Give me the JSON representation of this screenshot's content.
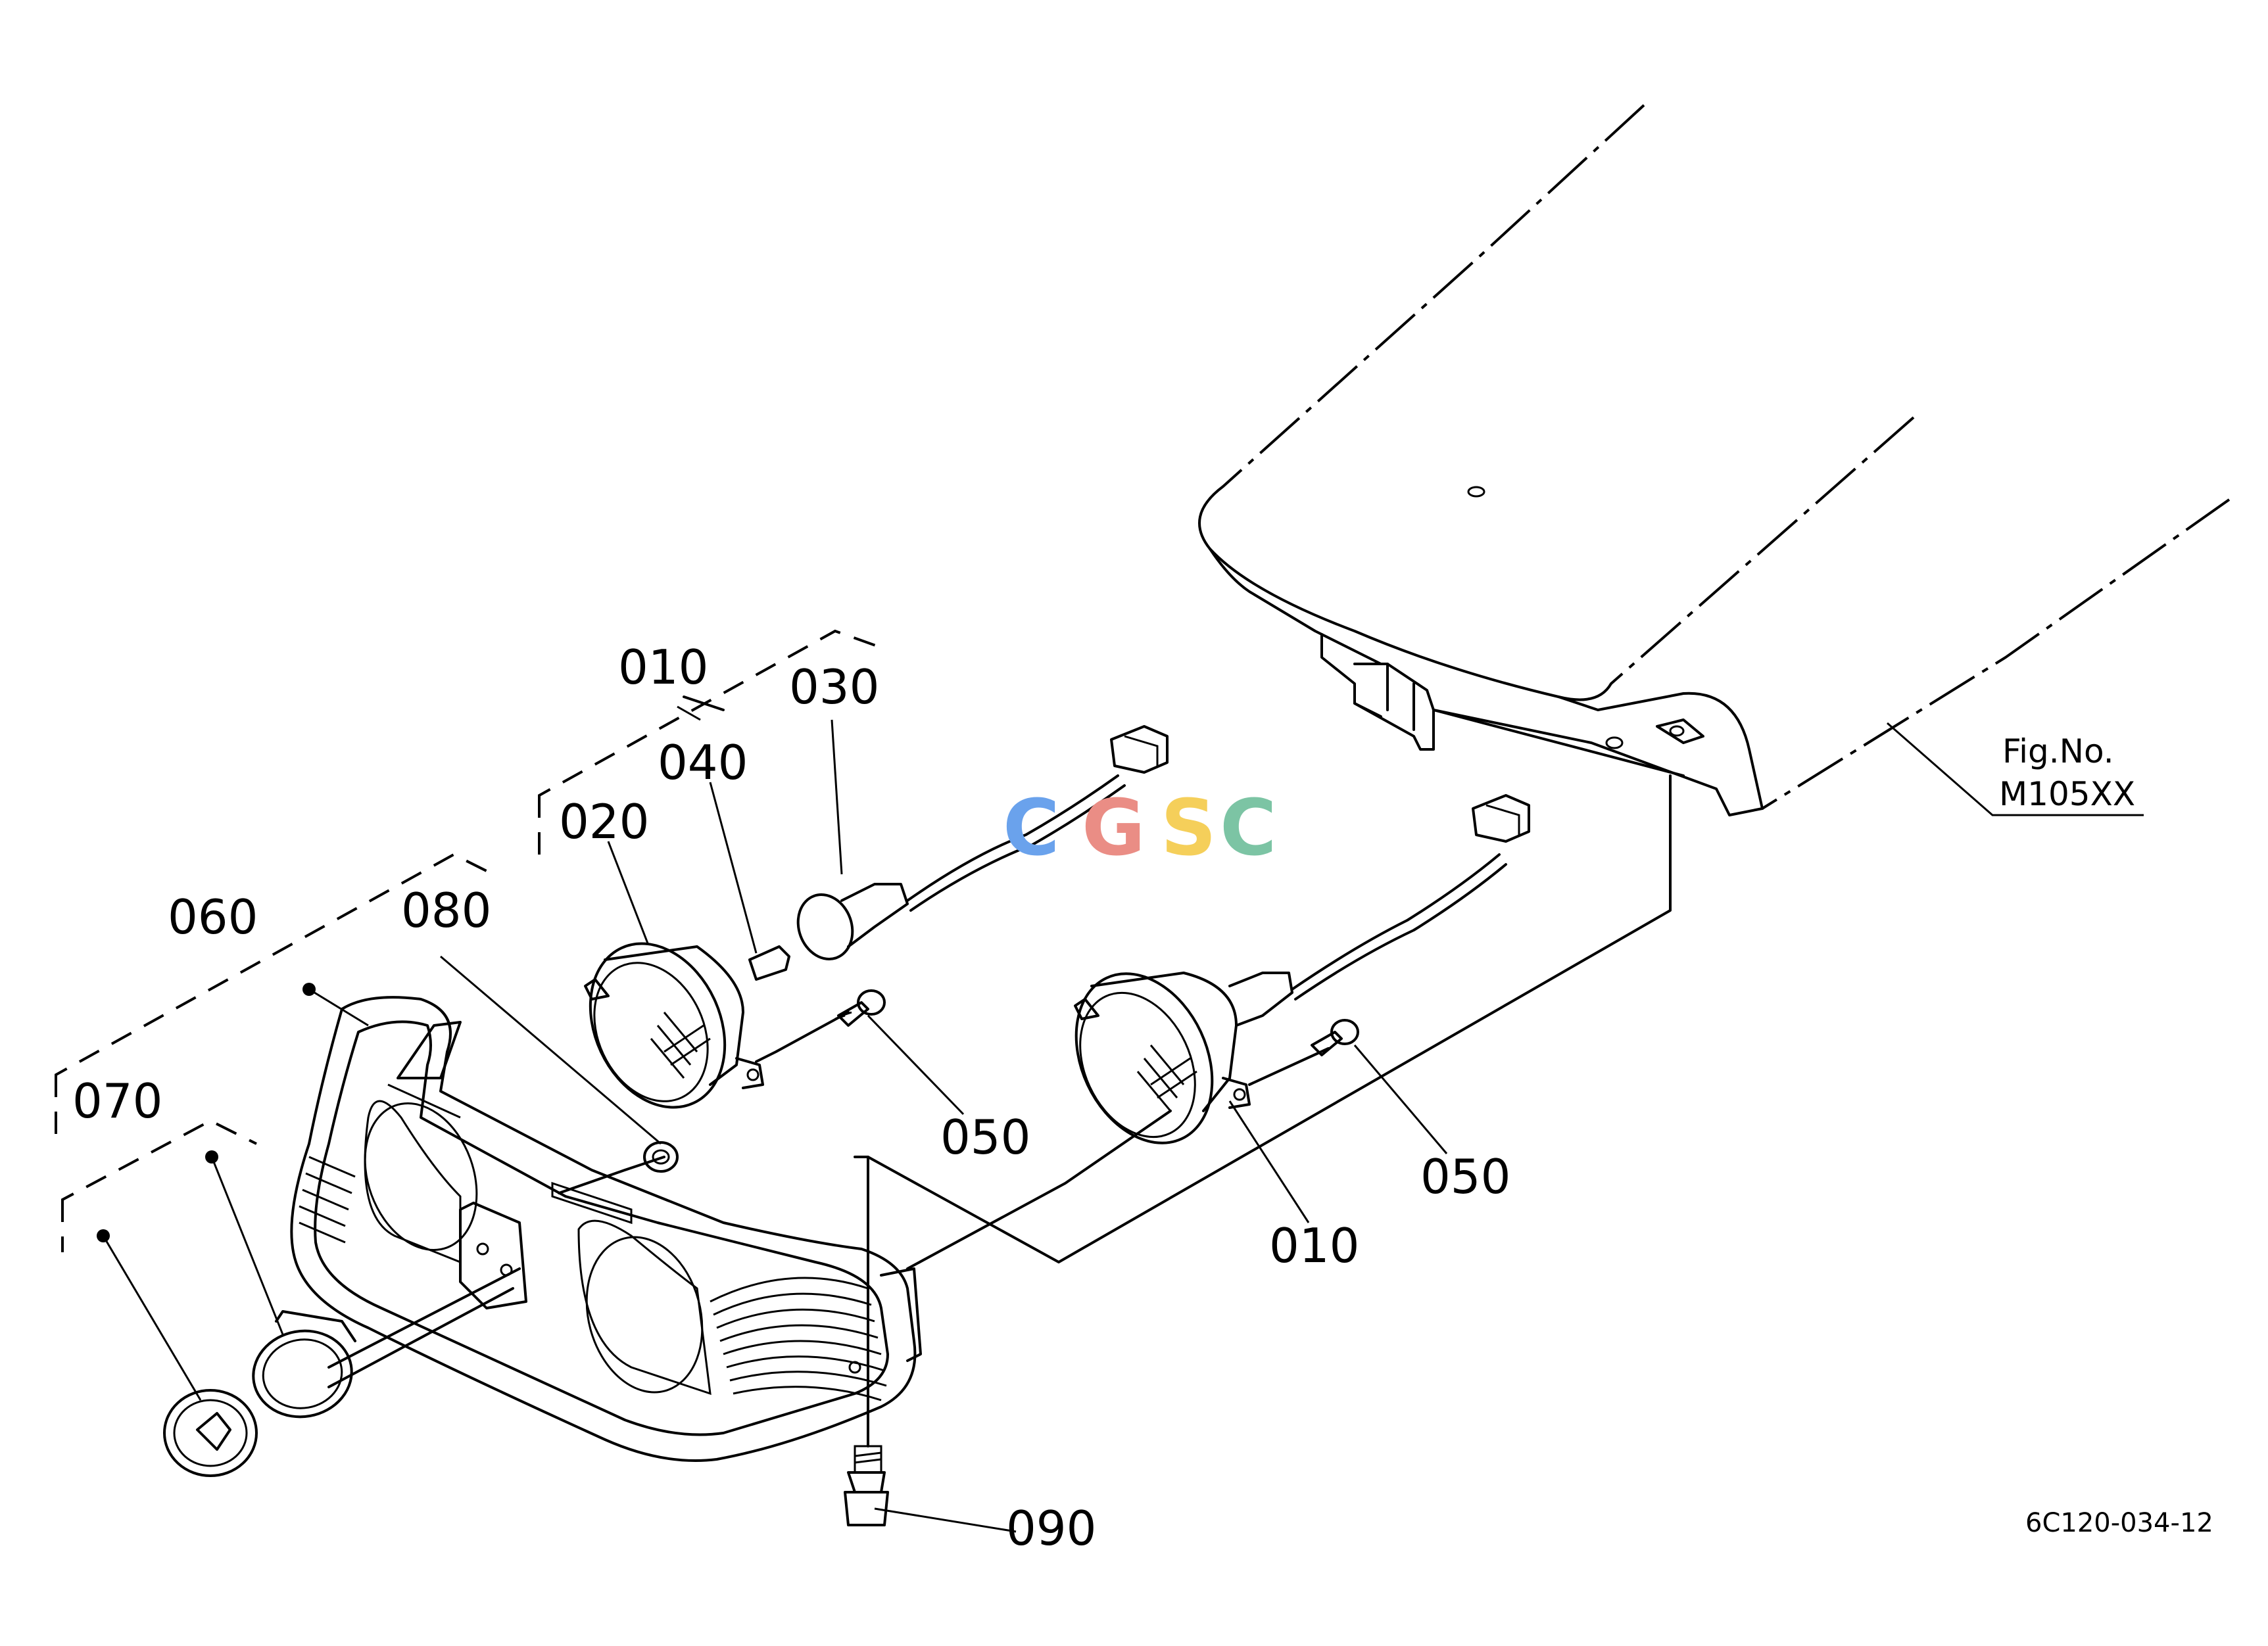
{
  "callouts": {
    "c010_top": "010",
    "c030": "030",
    "c040": "040",
    "c020": "020",
    "c060": "060",
    "c080": "080",
    "c070": "070",
    "c050_left": "050",
    "c050_right": "050",
    "c010_bottom": "010",
    "c090": "090"
  },
  "figure_ref": {
    "line1": "Fig.No.",
    "line2": "M105XX"
  },
  "diagram_code": "6C120-034-12",
  "watermark": {
    "letters": [
      "C",
      "G",
      "S",
      "C"
    ],
    "colors": [
      "#6aa2ec",
      "#ea8d85",
      "#f5cf5a",
      "#7cc4a4"
    ]
  },
  "colors": {
    "line": "#000000",
    "background": "#ffffff"
  }
}
